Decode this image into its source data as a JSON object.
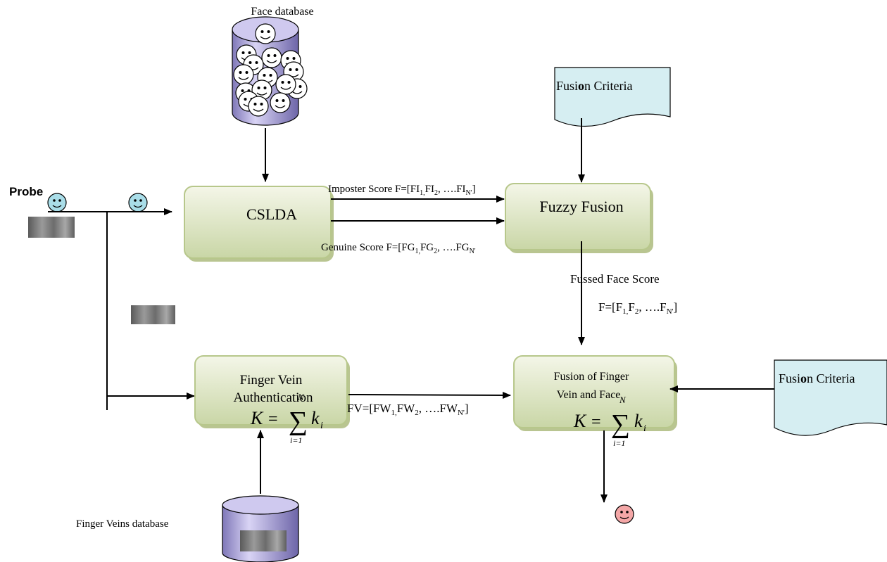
{
  "colors": {
    "box_fill_top": "#f4f6e8",
    "box_fill_bottom": "#c9d6a6",
    "box_stroke": "#b7c78b",
    "doc_fill": "#d6eef2",
    "db_fill": "#bfb8e6",
    "face_fill": "#a9dde8",
    "output_face_fill": "#f4a7a7",
    "line": "#000000"
  },
  "face_db": {
    "label": "Face database",
    "icon": "smiley-face-icon"
  },
  "probe": {
    "label": "Probe",
    "icon": "smiley-face-icon"
  },
  "cslda": {
    "label": "CSLDA"
  },
  "fuzzy_fusion": {
    "label": "Fuzzy Fusion"
  },
  "fusion_criteria_top": {
    "label_a": "Fusi",
    "label_b": "o",
    "label_c": "n Criteria"
  },
  "fusion_criteria_right": {
    "label_a": "Fusi",
    "label_b": "o",
    "label_c": "n Criteria"
  },
  "imposter": {
    "prefix": "Imposter Score  F=[FI",
    "s1": "1,",
    "mid": "FI",
    "s2": "2",
    "dots": ", ….FI",
    "s3": "N'",
    "end": "]"
  },
  "genuine": {
    "prefix": "Genuine  Score F=[FG",
    "s1": "1,",
    "mid": "FG",
    "s2": "2",
    "dots": ", ….FG",
    "s3": "N'"
  },
  "fused_face": {
    "title": "Fussed Face Score",
    "prefix": "F=[F",
    "s1": "1,",
    "mid": "F",
    "s2": "2",
    "dots": ", ….F",
    "s3": "N'",
    "end": "]"
  },
  "finger_vein_auth": {
    "line1": "Finger Vein",
    "line2": "Authentication"
  },
  "fv_score": {
    "prefix": "FV=[FW",
    "s1": "1,",
    "mid": "FW",
    "s2": "2",
    "dots": ", ….FW",
    "s3": "N'",
    "end": "]"
  },
  "fusion_box": {
    "line1": "Fusion of Finger",
    "line2": "Vein and Face"
  },
  "formula": {
    "lhs": "K",
    "eq": "=",
    "sigma": "∑",
    "top": "N",
    "bottom": "i=1",
    "term": "k",
    "sub": "i"
  },
  "finger_db": {
    "label": "Finger Veins database"
  }
}
